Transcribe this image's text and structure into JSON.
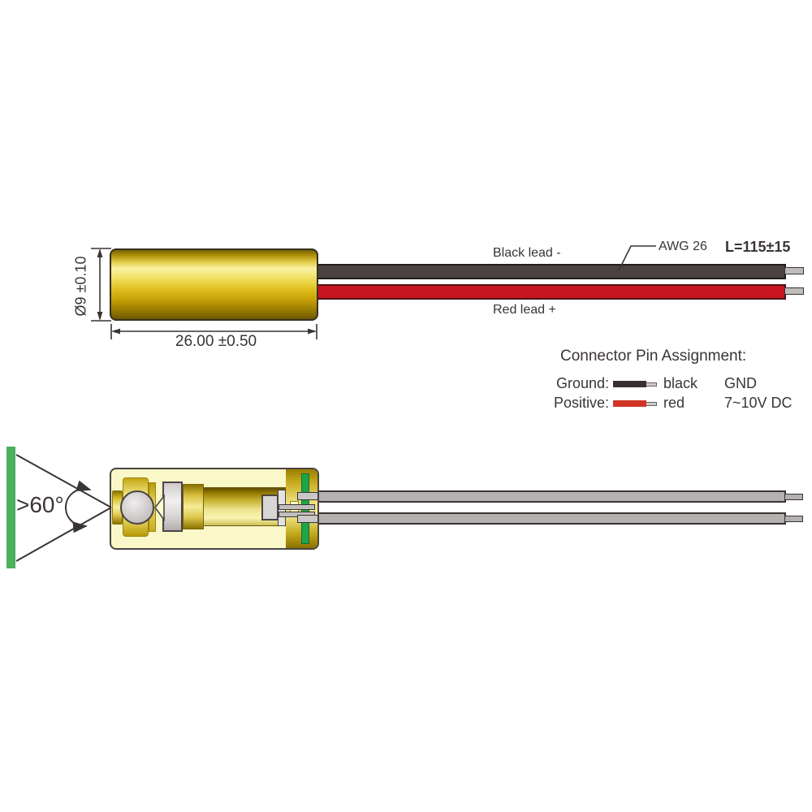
{
  "top_view": {
    "diameter_label": "Ø9 ±0.10",
    "length_label": "26.00 ±0.50",
    "black_lead_label": "Black lead -",
    "red_lead_label": "Red lead +",
    "awg_label": "AWG 26",
    "lead_length_label": "L=115±15"
  },
  "pin_assignment": {
    "title": "Connector Pin Assignment:",
    "rows": [
      {
        "label": "Ground:",
        "wire_color_name": "black",
        "value": "GND"
      },
      {
        "label": "Positive:",
        "wire_color_name": "red",
        "value": "7~10V DC"
      }
    ]
  },
  "section_view": {
    "divergence_angle_label": ">60°"
  },
  "colors": {
    "brass_gold": "#e2c322",
    "black_wire": "#4a4342",
    "red_wire": "#c9151f",
    "screen_green": "#4cb05c",
    "pcb_green": "#1ea54b",
    "lead_gray": "#b5b1b1",
    "line_dark": "#3a3434"
  }
}
